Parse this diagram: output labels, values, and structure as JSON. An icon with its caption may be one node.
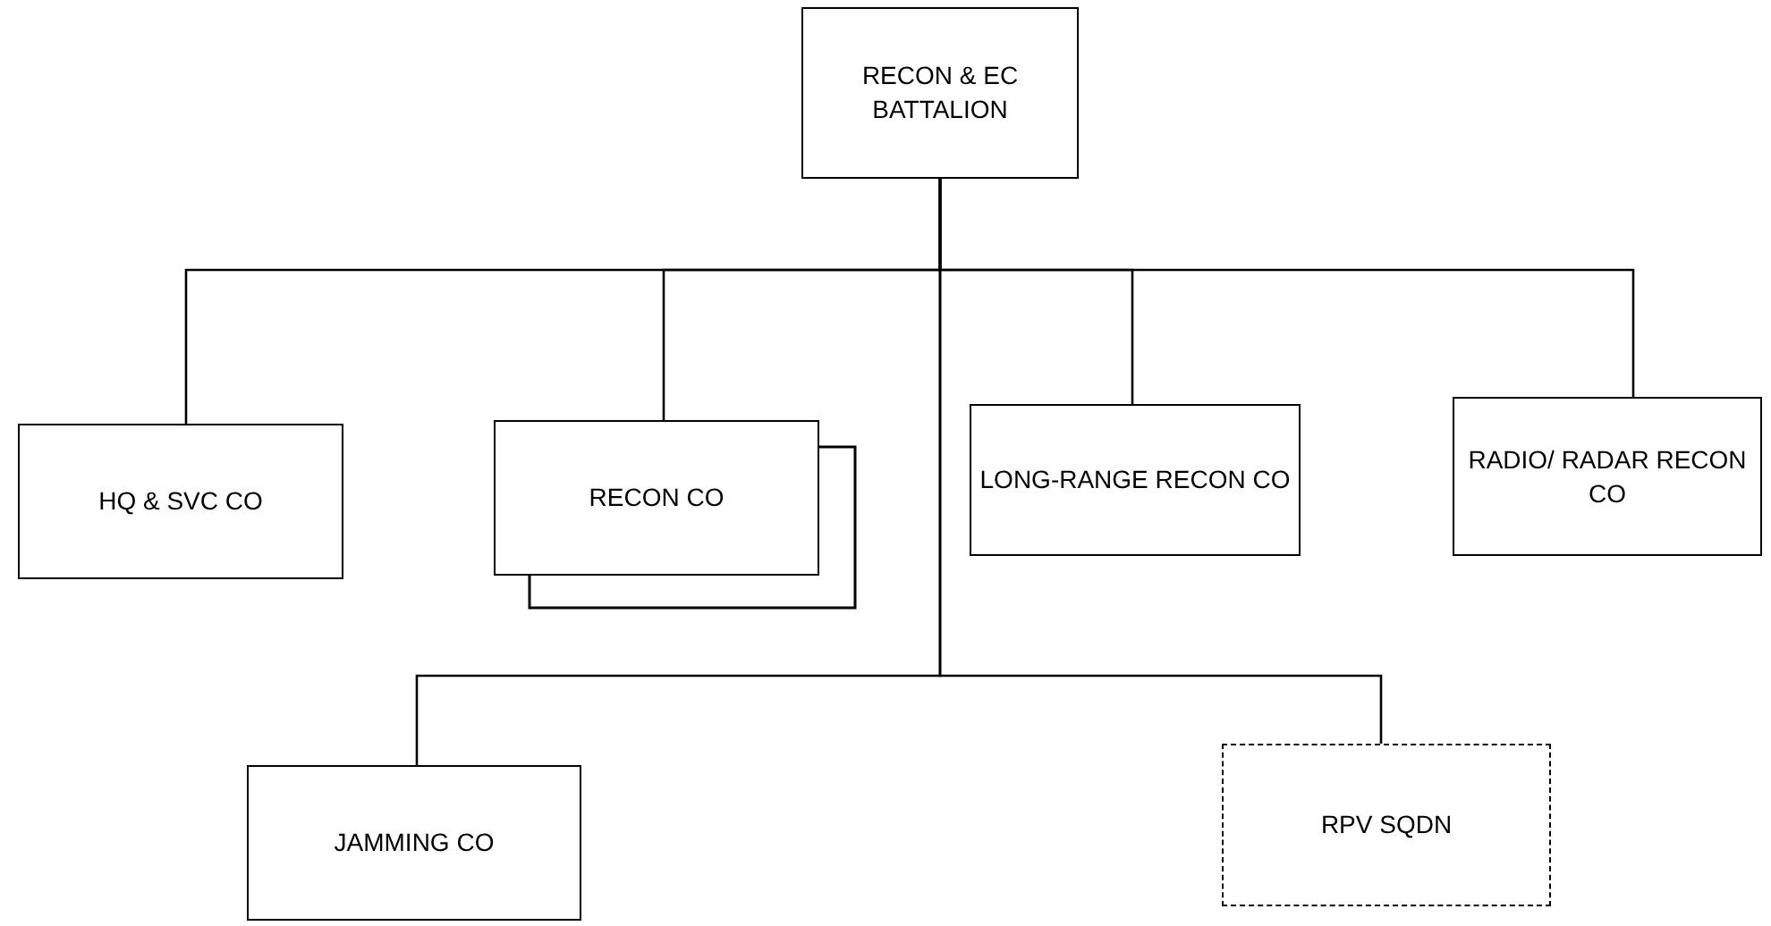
{
  "diagram": {
    "nodes": [
      {
        "text": [
          "RECON & EC BATTALION"
        ]
      },
      {
        "text": [
          "HQ & SVC CO"
        ]
      },
      {
        "text": [
          "RECON CO"
        ]
      },
      {
        "text": [
          "LONG-RANGE RECON CO"
        ]
      },
      {
        "text": [
          "RADIO/ RADAR RECON CO"
        ]
      },
      {
        "text": [
          "JAMMING CO"
        ]
      },
      {
        "text": [
          "RPV SQDN"
        ]
      }
    ],
    "edges": [
      {
        "from": 0,
        "to": 1,
        "arrow": "none"
      },
      {
        "from": 0,
        "to": 2,
        "arrow": "none"
      },
      {
        "from": 0,
        "to": 3,
        "arrow": "none"
      },
      {
        "from": 0,
        "to": 4,
        "arrow": "none"
      },
      {
        "from": 0,
        "to": 5,
        "arrow": "none"
      },
      {
        "from": 0,
        "to": 6,
        "arrow": "none"
      }
    ]
  }
}
